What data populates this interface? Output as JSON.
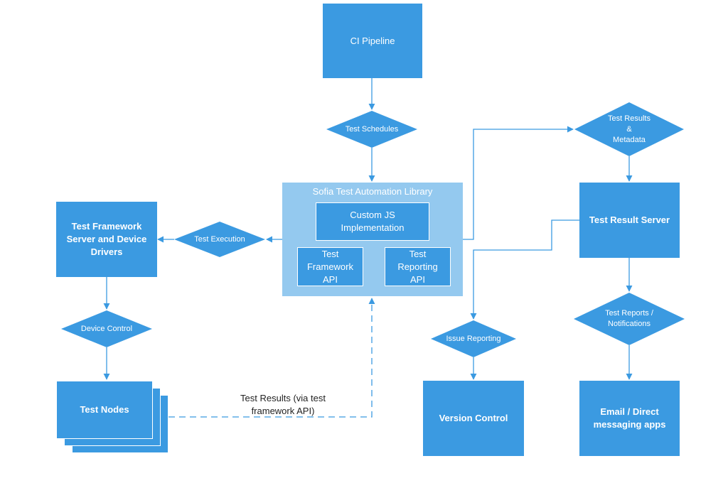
{
  "colors": {
    "node": "#3b9ae1",
    "library": "#94c9ef",
    "connector": "#3b9ae1",
    "text_on_node": "#ffffff"
  },
  "nodes": {
    "ci_pipeline": "CI Pipeline",
    "test_framework_server": "Test Framework\nServer and Device\nDrivers",
    "test_nodes": "Test Nodes",
    "test_result_server": "Test Result Server",
    "version_control": "Version Control",
    "email_messaging": "Email / Direct\nmessaging apps"
  },
  "library": {
    "title": "Sofia Test Automation Library",
    "custom_js": "Custom JS\nImplementation",
    "framework_api": "Test\nFramework\nAPI",
    "reporting_api": "Test\nReporting\nAPI"
  },
  "decisions": {
    "test_schedules": "Test Schedules",
    "test_execution": "Test Execution",
    "device_control": "Device Control",
    "test_results_metadata": "Test Results\n&\nMetadata",
    "issue_reporting": "Issue Reporting",
    "test_reports_notifications": "Test Reports /\nNotifications"
  },
  "annotations": {
    "dashed_feedback": "Test Results (via test\nframework API)"
  }
}
